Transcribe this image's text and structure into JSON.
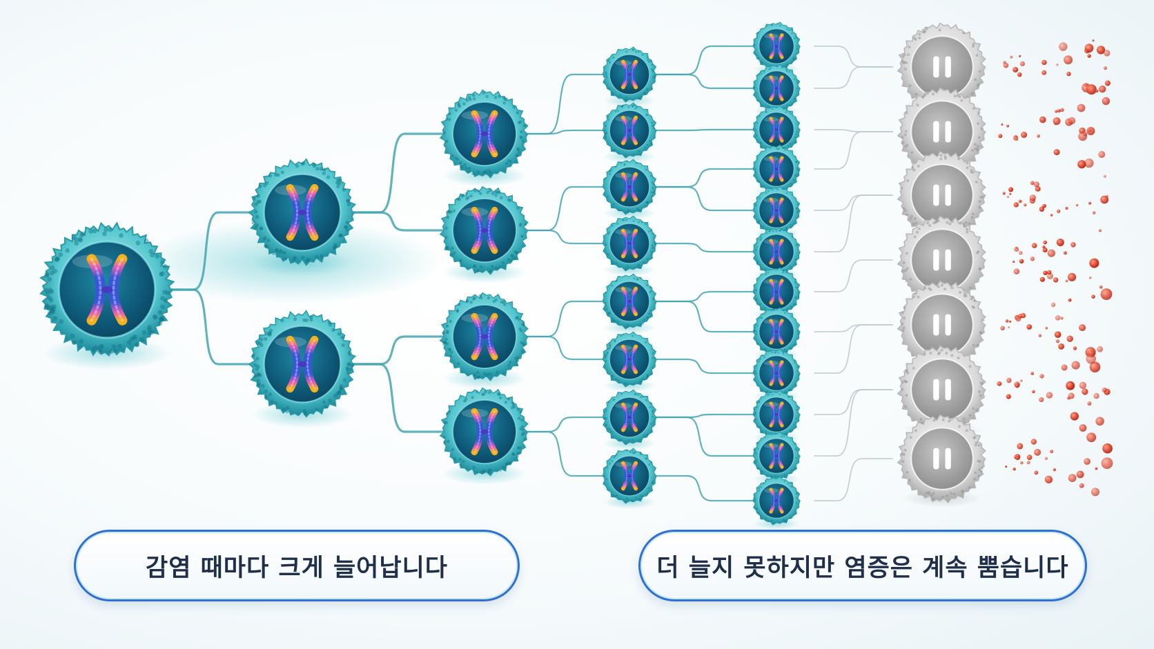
{
  "captions": {
    "left": "감염 때마다 크게 늘어납니다",
    "right": "더 늘지 못하지만 염증은 계속 뿜습니다"
  },
  "diagram": {
    "generations": [
      1,
      2,
      4,
      8,
      12
    ],
    "exhausted_cell_count": 7,
    "icons": {
      "active_cell": "cell-with-chromosome-icon",
      "exhausted_cell": "paused-cell-icon",
      "cytokine": "cytokine-particle-icon"
    }
  },
  "colors": {
    "cell_teal": "#3fb9c4",
    "cell_core": "#0e5b79",
    "chromosome_blue": "#3a55d6",
    "chromosome_tip": "#f2a020",
    "connector": "#45a5b1",
    "exhausted_gray": "#cfcfcf",
    "particle_red": "#e0442c",
    "caption_border": "#2f6fcf"
  }
}
